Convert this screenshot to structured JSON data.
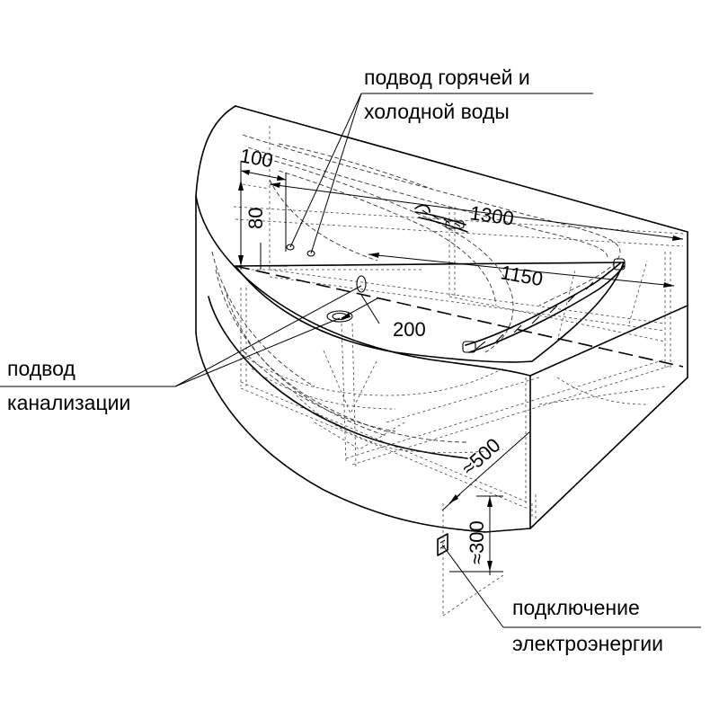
{
  "callouts": {
    "water_supply_line1": "подвод горячей и",
    "water_supply_line2": "холодной воды",
    "drain_line1": "подвод",
    "drain_line2": "канализации",
    "power_line1": "подключение",
    "power_line2": "электроэнергии"
  },
  "dimensions": {
    "d100": "100",
    "d80": "80",
    "d1300": "1300",
    "d1150": "1150",
    "d200": "200",
    "d500": "≈500",
    "d300": "≈300"
  },
  "icons": {
    "water_inlet": "circle-port-icon",
    "drain": "drain-outlet-icon",
    "power_socket": "electrical-socket-icon",
    "headrest": "headrest-icon",
    "handle": "grab-handle-icon"
  }
}
